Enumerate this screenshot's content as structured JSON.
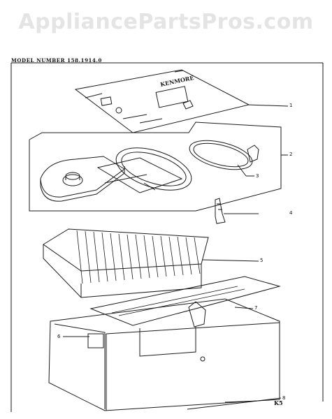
{
  "watermark": "AppliancePartsPros.com",
  "model_label": "MODEL  NUMBER  158.1914.0",
  "page_code": "K5",
  "callouts": [
    "1",
    "2",
    "3",
    "4",
    "5",
    "6",
    "7",
    "8"
  ],
  "colors": {
    "line": "#1a1a1a",
    "watermark": "#e4e4e4",
    "background": "#ffffff"
  }
}
